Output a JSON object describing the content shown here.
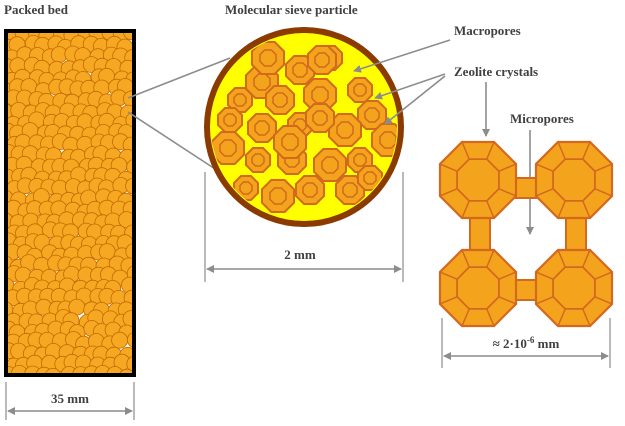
{
  "labels": {
    "packed_bed": "Packed bed",
    "molecular_sieve_particle": "Molecular sieve particle",
    "macropores": "Macropores",
    "zeolite_crystals": "Zeolite crystals",
    "micropores": "Micropores"
  },
  "dimensions": {
    "bed_width": "35 mm",
    "particle_diameter": "2 mm",
    "crystal_size_prefix": "≈ 2·10",
    "crystal_size_exponent": "-6",
    "crystal_size_unit": " mm"
  },
  "colors": {
    "bead_fill": "#f7a823",
    "bead_stroke": "#c26a00",
    "particle_fill": "#ffff00",
    "particle_rim": "#8b3a00",
    "crystal_fill": "#f4a41c",
    "crystal_stroke": "#d2691e",
    "leader_line": "#8c8c8c",
    "bed_frame": "#000000"
  }
}
